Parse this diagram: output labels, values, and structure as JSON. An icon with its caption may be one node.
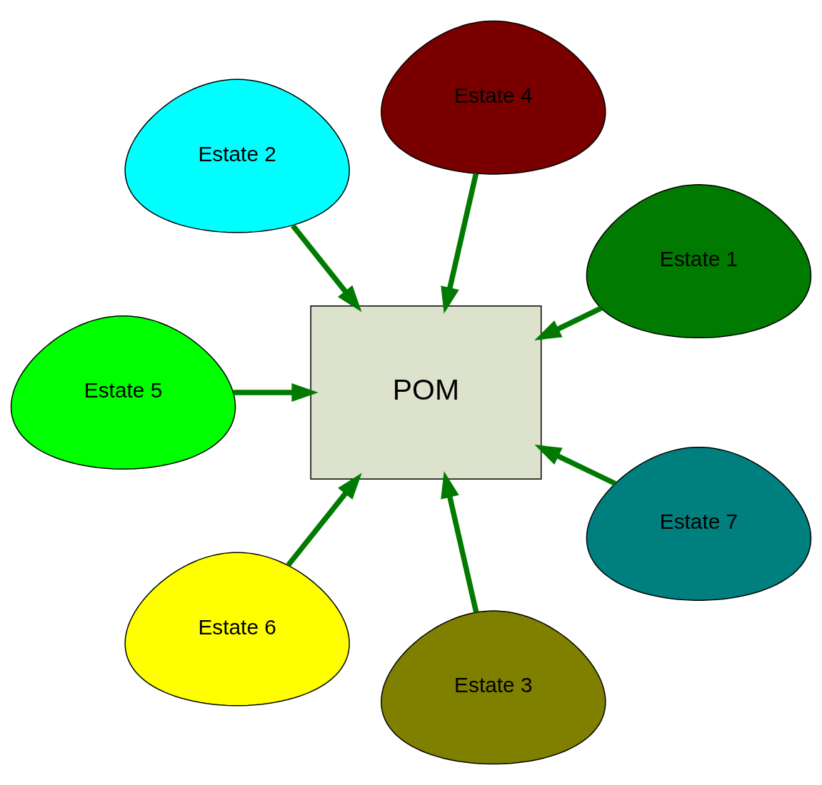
{
  "diagram": {
    "nodes": [
      {
        "text": [
          "Estate 1"
        ]
      },
      {
        "text": [
          "Estate 4"
        ]
      },
      {
        "text": [
          "Estate 2"
        ]
      },
      {
        "text": [
          "POM"
        ]
      },
      {
        "text": [
          "Estate 5"
        ]
      },
      {
        "text": [
          "Estate 6"
        ]
      },
      {
        "text": [
          "Estate 3"
        ]
      },
      {
        "text": [
          "Estate 7"
        ]
      }
    ],
    "edges": [
      {
        "from": 0,
        "to": 3,
        "arrow": "to"
      },
      {
        "from": 1,
        "to": 3,
        "arrow": "to"
      },
      {
        "from": 2,
        "to": 3,
        "arrow": "to"
      },
      {
        "from": 4,
        "to": 3,
        "arrow": "to"
      },
      {
        "from": 5,
        "to": 3,
        "arrow": "to"
      },
      {
        "from": 6,
        "to": 3,
        "arrow": "to"
      },
      {
        "from": 7,
        "to": 3,
        "arrow": "to"
      }
    ]
  }
}
